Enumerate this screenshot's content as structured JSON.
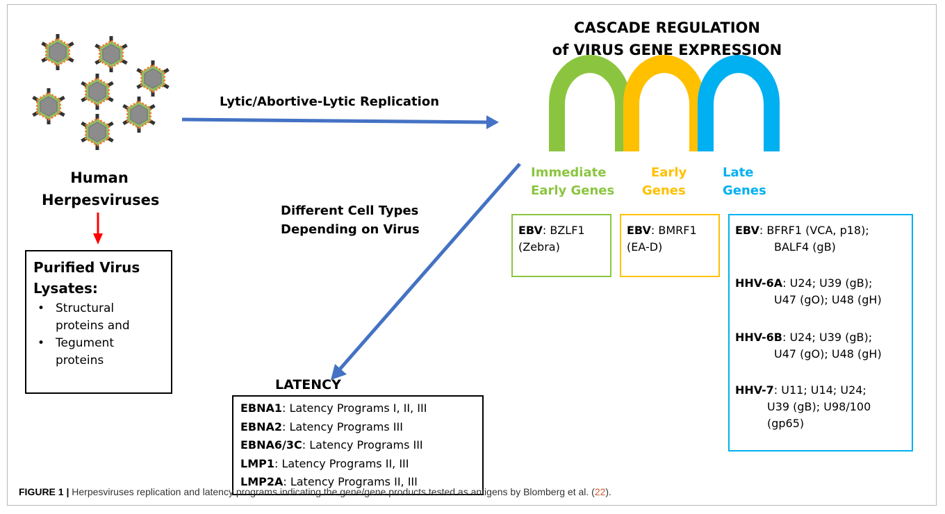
{
  "colors": {
    "green": "#8bc53f",
    "yellow": "#ffc000",
    "blue": "#00b0f0",
    "arrow_blue": "#4472c4",
    "red": "#ff0000",
    "capsid": "#8c8c8c",
    "spike": "#333333"
  },
  "icons": [
    "virus-icon"
  ],
  "left": {
    "title_line1": "Human",
    "title_line2": "Herpesviruses",
    "lysates": {
      "title_line1": "Purified Virus",
      "title_line2": "Lysates:",
      "bullet": "•",
      "items": [
        {
          "line1": "Structural",
          "line2": "proteins and"
        },
        {
          "line1": "Tegument",
          "line2": "proteins"
        }
      ]
    }
  },
  "lytic_label": "Lytic/Abortive-Lytic Replication",
  "cell_types_label": {
    "line1": "Different Cell Types",
    "line2": "Depending on Virus"
  },
  "cascade": {
    "title_line1": "CASCADE REGULATION",
    "title_line2": "of VIRUS GENE EXPRESSION"
  },
  "gene_columns": [
    {
      "line1": "Immediate",
      "line2": "Early Genes",
      "color": "#8bc53f"
    },
    {
      "line1": "Early",
      "line2": "Genes",
      "color": "#ffc000"
    },
    {
      "line1": "Late",
      "line2": "Genes",
      "color": "#00b0f0"
    }
  ],
  "ie_box": {
    "key": "EBV",
    "sep": ":",
    "text1": " BZLF1",
    "text2": "(Zebra)"
  },
  "early_box": {
    "key": "EBV",
    "sep": ":",
    "text1": " BMRF1",
    "text2": "(EA-D)"
  },
  "late_box": [
    {
      "key": "EBV",
      "sep": ":",
      "text1": " BFRF1 (VCA, p18);",
      "text2": "BALF4 (gB)",
      "text3": ""
    },
    {
      "key": "HHV-6A",
      "sep": ":",
      "text1": " U24; U39 (gB);",
      "text2": "U47 (gO); U48 (gH)",
      "text3": ""
    },
    {
      "key": "HHV-6B",
      "sep": ":",
      "text1": " U24; U39 (gB);",
      "text2": "U47 (gO); U48 (gH)",
      "text3": ""
    },
    {
      "key": "HHV-7",
      "sep": ":",
      "text1": " U11; U14; U24;",
      "text2": "U39 (gB); U98/100",
      "text3": "(gp65)"
    }
  ],
  "latency": {
    "title": "LATENCY",
    "items": [
      {
        "key": "EBNA1",
        "text": ": Latency Programs I, II, III"
      },
      {
        "key": "EBNA2",
        "text": ": Latency Programs III"
      },
      {
        "key": "EBNA6/3C",
        "text": ": Latency Programs III"
      },
      {
        "key": "LMP1",
        "text": ": Latency Programs II, III"
      },
      {
        "key": "LMP2A",
        "text": ": Latency Programs II, III"
      }
    ]
  },
  "caption": {
    "label": "FIGURE 1 |",
    "text_before": " Herpesviruses replication and latency programs indicating the gene/gene products tested as antigens by Blomberg et al. (",
    "ref": "22",
    "text_after": ")."
  }
}
